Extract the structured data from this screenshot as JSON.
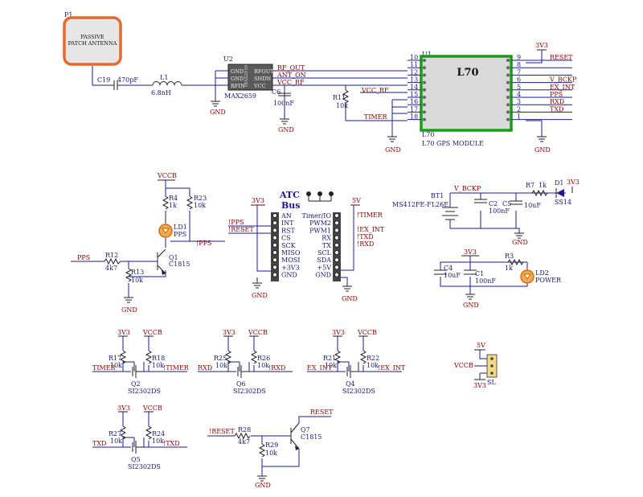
{
  "antenna": {
    "ref": "P1",
    "line1": "PASSIVE",
    "line2": "PATCH ANTENNA",
    "fill": "#e6e6e6",
    "border": "#e8692c"
  },
  "c19": {
    "ref": "C19",
    "value": "470pF"
  },
  "l1": {
    "ref": "L1",
    "value": "6.8nH"
  },
  "u2": {
    "ref": "U2",
    "part": "MAX2659",
    "side": "MAX2659",
    "pins_left": [
      "GND",
      "GND",
      "RFIN"
    ],
    "pins_right": [
      "RFOUT",
      "SHDN",
      "VCC"
    ],
    "gnd": "GND"
  },
  "c6": {
    "ref": "C6",
    "value": "100nF",
    "gnd": "GND"
  },
  "r11": {
    "ref": "R11",
    "value": "10k"
  },
  "u1": {
    "ref": "U1",
    "title": "L70",
    "name": "L70 GPS MODULE",
    "ref2": "L70",
    "accent": "#1a9c1a",
    "left_pins": [
      "10",
      "11",
      "12",
      "13",
      "14",
      "15",
      "16",
      "17",
      "18"
    ],
    "right_pins": [
      "9",
      "8",
      "7",
      "6",
      "5",
      "4",
      "3",
      "2",
      "1"
    ],
    "right_nets": [
      "RESET",
      "",
      "",
      "V_BCKP",
      "EX_INT",
      "PPS",
      "RXD",
      "TXD",
      ""
    ],
    "top_net": "3V3",
    "gnd_left": "GND",
    "gnd_right": "GND"
  },
  "nets": {
    "rf_out": "RF_OUT",
    "ant_on": "ANT_ON",
    "vcc_rf": "VCC_RF",
    "vcc_rf2": "VCC_RF",
    "timer": "TIMER"
  },
  "pps_block": {
    "vcc": "VCCB",
    "r4": "R4",
    "r4v": "1k",
    "r23": "R23",
    "r23v": "10k",
    "ld1": "LD1",
    "ld1n": "PPS",
    "q1": "Q1",
    "q1v": "C1815",
    "r12": "R12",
    "r12v": "4k7",
    "r13": "R13",
    "r13v": "10k",
    "in": "PPS",
    "out": "!PPS",
    "gnd": "GND"
  },
  "atc": {
    "title1": "ATC",
    "title2": "Bus",
    "v3": "3V3",
    "v5": "5V",
    "left": [
      "AN",
      "INT",
      "RST",
      "CS",
      "SCK",
      "MISO",
      "MOSI",
      "+3V3",
      "GND"
    ],
    "right": [
      "Timer/IO",
      "PWM2",
      "PWM1",
      "RX",
      "TX",
      "SCL",
      "SDA",
      "+5V",
      "GND"
    ],
    "lnets": [
      "!PPS",
      "!RESET"
    ],
    "rnets": [
      "!TIMER",
      "!EX_INT",
      "!TXD",
      "!RXD"
    ],
    "gnd": "GND",
    "gnd2": "GND"
  },
  "bat": {
    "ref": "BT1",
    "part": "MS412FE-FL26E",
    "net": "V_BCKP",
    "c2": "C2",
    "c2v": "100nF",
    "c5": "C5",
    "c5v": "10uF",
    "r7": "R7",
    "r7v": "1k",
    "d1": "D1",
    "d1v": "SS14",
    "v3": "3V3",
    "gnd": "GND"
  },
  "pwr": {
    "v3": "3V3",
    "c4": "C4",
    "c4v": "10uF",
    "c1": "C1",
    "c1v": "100nF",
    "r3": "R3",
    "r3v": "1k",
    "ld2": "LD2",
    "ld2n": "POWER",
    "gnd": "GND"
  },
  "shifters": [
    {
      "id": "q2",
      "v3": "3V3",
      "vcc": "VCCB",
      "ra": "R17",
      "rav": "10k",
      "rb": "R18",
      "rbv": "10k",
      "q": "Q2",
      "part": "SI2302DS",
      "lnet": "TIMER",
      "rnet": "!TIMER"
    },
    {
      "id": "q6",
      "v3": "3V3",
      "vcc": "VCCB",
      "ra": "R25",
      "rav": "10k",
      "rb": "R26",
      "rbv": "10k",
      "q": "Q6",
      "part": "SI2302DS",
      "lnet": "RXD",
      "rnet": "!RXD"
    },
    {
      "id": "q4",
      "v3": "3V3",
      "vcc": "VCCB",
      "ra": "R21",
      "rav": "10k",
      "rb": "R22",
      "rbv": "10k",
      "q": "Q4",
      "part": "SI2302DS",
      "lnet": "EX_INT",
      "rnet": "!EX_INT"
    },
    {
      "id": "q5",
      "v3": "3V3",
      "vcc": "VCCB",
      "ra": "R27",
      "rav": "10k",
      "rb": "R24",
      "rbv": "10k",
      "q": "Q5",
      "part": "SI2302DS",
      "lnet": "TXD",
      "rnet": "!TXD"
    }
  ],
  "reset_block": {
    "in": "!RESET",
    "r28": "R28",
    "r28v": "4k7",
    "r29": "R29",
    "r29v": "10k",
    "q7": "Q7",
    "q7v": "C1815",
    "out": "RESET",
    "gnd": "GND"
  },
  "sel": {
    "v5": "5V",
    "vccb": "VCCB",
    "v3": "3V3",
    "ref": "SL"
  }
}
